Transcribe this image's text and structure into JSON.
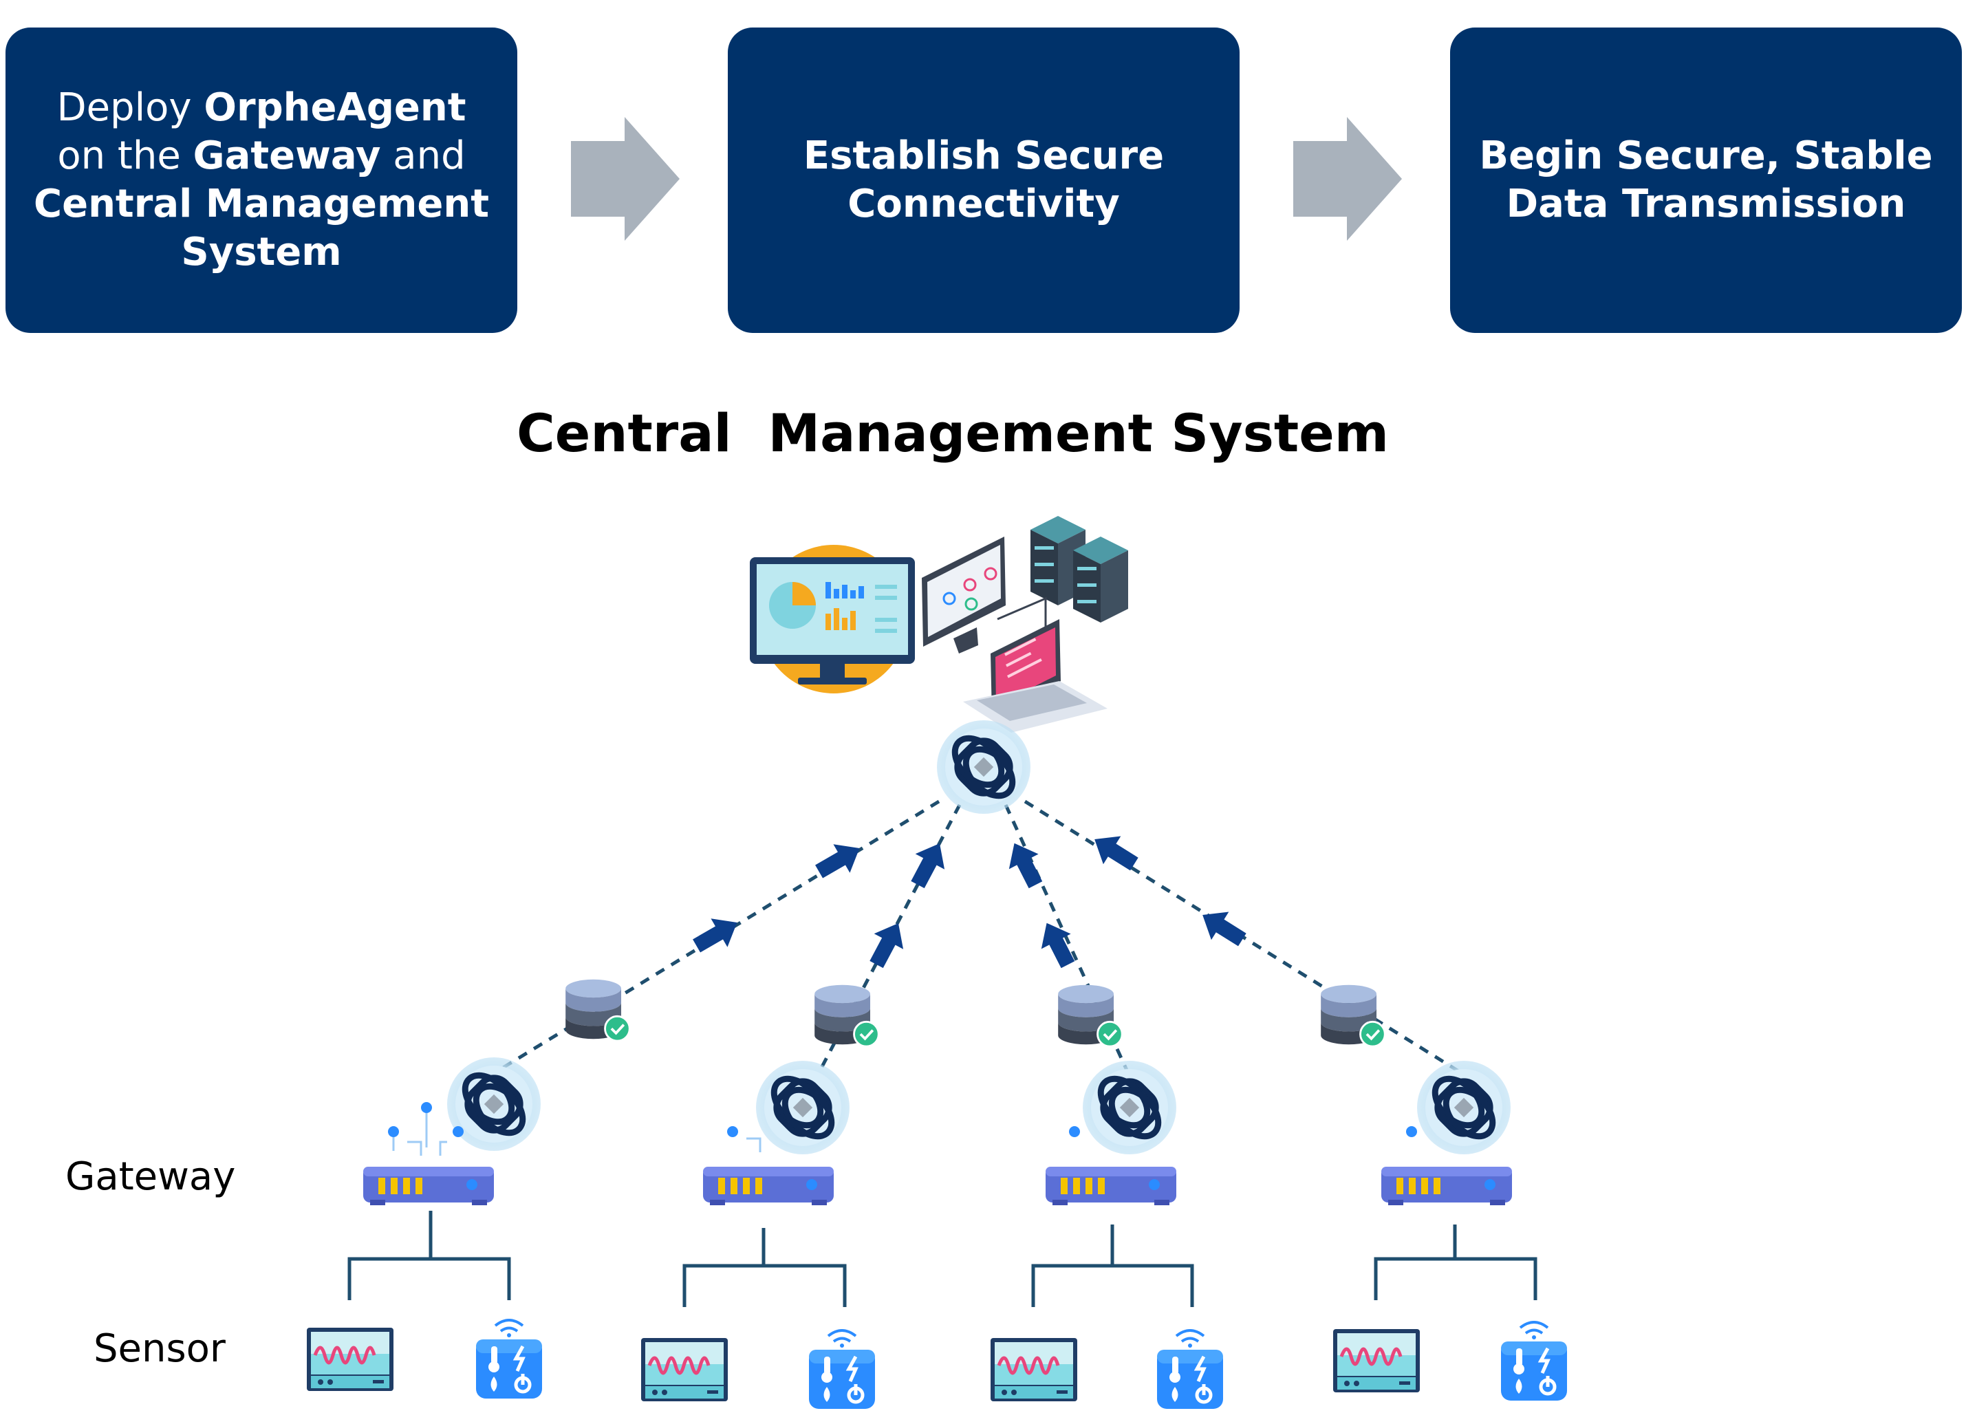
{
  "steps": [
    {
      "parts": [
        {
          "text": "Deploy ",
          "bold": false
        },
        {
          "text": "OrpheAgent",
          "bold": true
        },
        {
          "text": " on the ",
          "bold": false
        },
        {
          "text": "Gateway",
          "bold": true
        },
        {
          "text": " and ",
          "bold": false
        },
        {
          "text": "Central Management System",
          "bold": true
        }
      ]
    },
    {
      "text": "Establish Secure Connectivity"
    },
    {
      "text": "Begin Secure, Stable Data Transmission"
    }
  ],
  "diagram": {
    "title": "Central  Management System",
    "labels": {
      "gateway": "Gateway",
      "sensor": "Sensor"
    }
  },
  "colors": {
    "box_bg": "#00326a",
    "arrow_gray": "#a9b2bc",
    "flow_arrow": "#0d3f8c",
    "dash_line": "#1f4e6e",
    "tree_line": "#1f4e6e",
    "agent_glow": "#cfe8f7",
    "check_green": "#2dbd8b",
    "router_body": "#5b6fd6",
    "led_yellow": "#f5c400"
  },
  "icons": {
    "agent": "orpheagent-logo-icon",
    "database": "database-check-icon",
    "router": "router-icon",
    "oscilloscope": "signal-monitor-icon",
    "sensor": "multi-sensor-icon",
    "server_cluster": "server-cluster-icon"
  }
}
